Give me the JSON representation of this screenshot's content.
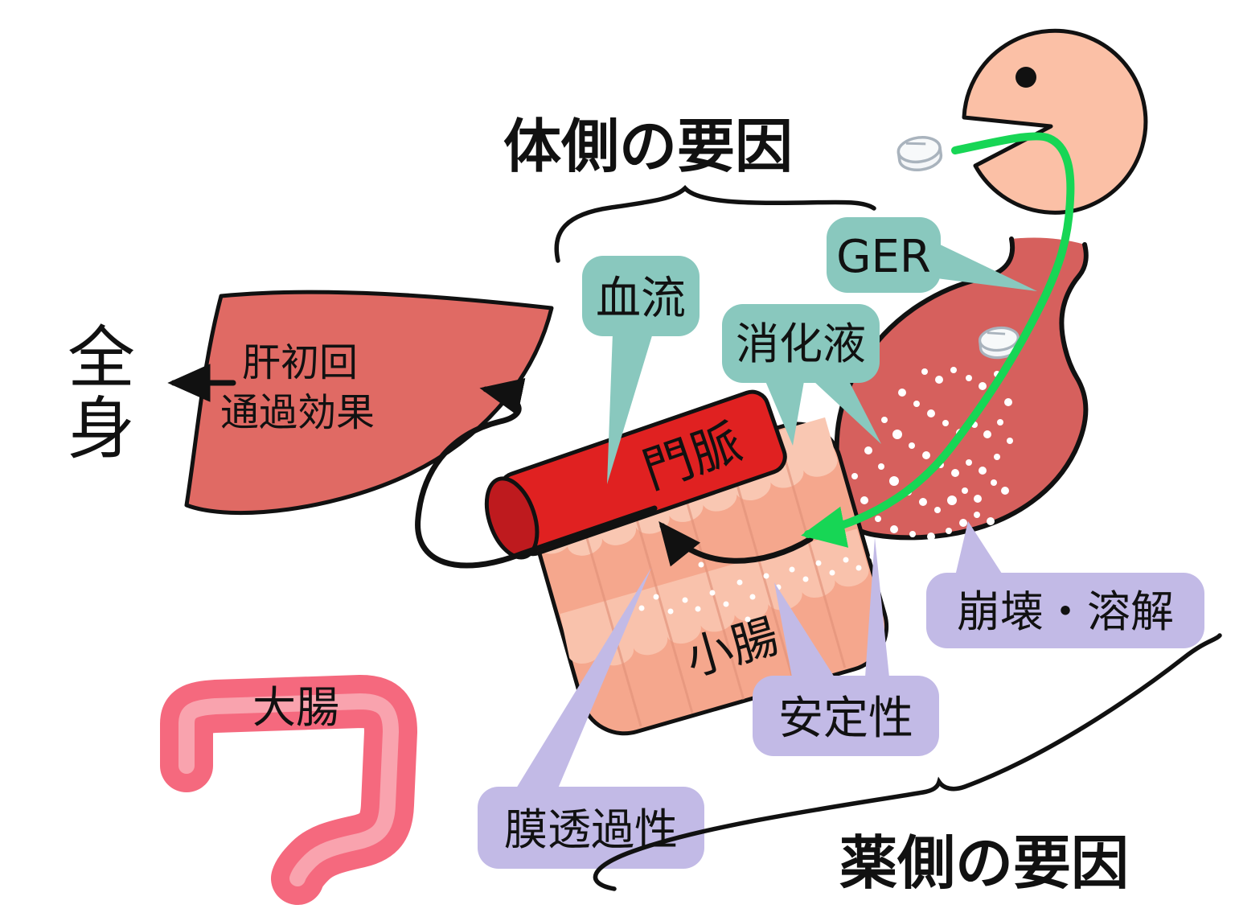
{
  "headings": {
    "body_side": "体側の要因",
    "drug_side": "薬側の要因"
  },
  "organ_labels": {
    "whole_body_l1": "全",
    "whole_body_l2": "身",
    "liver_l1": "肝初回",
    "liver_l2": "通過効果",
    "portal_vein": "門脈",
    "small_intestine": "小腸",
    "large_intestine": "大腸"
  },
  "body_side_factors": {
    "ger": "GER",
    "blood_flow": "血流",
    "digestive_fluid": "消化液"
  },
  "drug_side_factors": {
    "disintegration_dissolution": "崩壊・溶解",
    "stability": "安定性",
    "membrane_permeability": "膜透過性"
  },
  "colors": {
    "teal_bubble": "#89C8BE",
    "purple_bubble": "#C2BAE6",
    "stomach": "#D6605D",
    "liver": "#E06A64",
    "portal_vein_body": "#E02121",
    "portal_vein_cap": "#BE1A1E",
    "intestine_body": "#F5A78D",
    "intestine_band": "#F9C7B2",
    "colon_outer": "#F5697E",
    "colon_inner": "#F9A3AE",
    "skin": "#FBC0A6",
    "drug_path_green": "#17D655",
    "outline": "#111111"
  }
}
